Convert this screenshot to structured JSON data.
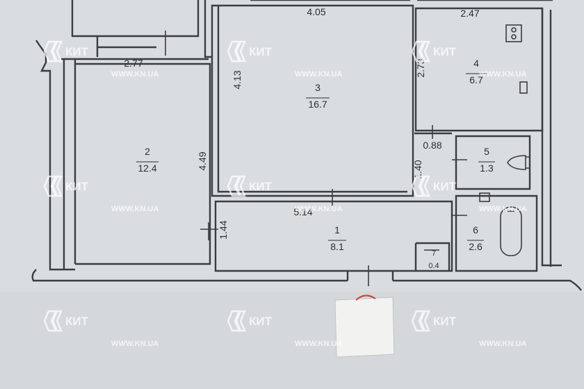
{
  "plan": {
    "rooms": [
      {
        "number": "1",
        "area": "8.1"
      },
      {
        "number": "2",
        "area": "12.4"
      },
      {
        "number": "3",
        "area": "16.7"
      },
      {
        "number": "4",
        "area": "6.7"
      },
      {
        "number": "5",
        "area": "1.3"
      },
      {
        "number": "6",
        "area": "2.6"
      },
      {
        "number": "7",
        "area": "0.4"
      }
    ],
    "dimensions": {
      "room3_width": "4.05",
      "room4_width": "2.47",
      "room2_width": "2.77",
      "room3_depth": "4.13",
      "room4_depth": "2.73",
      "room2_depth": "4.49",
      "hall_top": "0.88",
      "hall_side": "1.40",
      "room1_width": "5.14",
      "room1_depth": "1.44"
    },
    "colors": {
      "paper": "#d9dde0",
      "wall": "#3a3d40",
      "sticker": "#f2f2f0",
      "mark": "#c4443c"
    }
  },
  "watermark": {
    "brand": "КИТ",
    "url": "WWW.KN.UA",
    "icon": "kit-logo-icon"
  }
}
